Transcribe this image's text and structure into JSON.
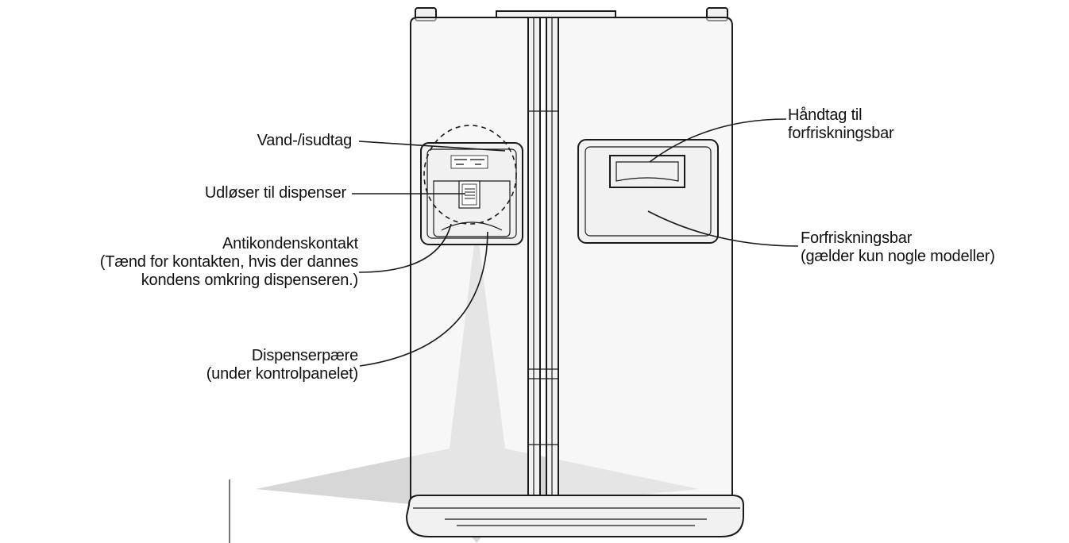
{
  "labels": {
    "water_ice_outlet": "Vand-/isudtag",
    "dispenser_trigger": "Udløser til dispenser",
    "anti_condensation": {
      "title": "Antikondenskontakt",
      "line1": "(Tænd for kontakten, hvis der dannes",
      "line2": "kondens omkring dispenseren.)"
    },
    "dispenser_bulb": {
      "title": "Dispenserpære",
      "line1": "(under kontrolpanelet)"
    },
    "refresh_bar_handle": {
      "line1": "Håndtag til",
      "line2": "forfriskningsbar"
    },
    "refresh_bar": {
      "title": "Forfriskningsbar",
      "line1": "(gælder kun nogle modeller)"
    }
  }
}
